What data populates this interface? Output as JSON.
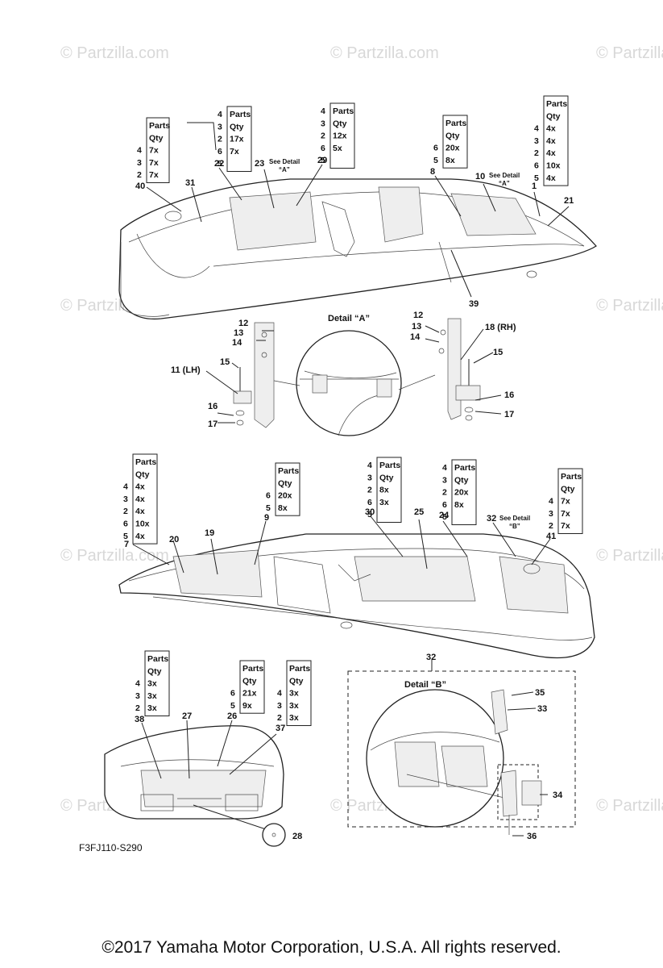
{
  "watermark": "© Partzilla.com",
  "diagram_code": "F3FJ110-S290",
  "copyright": "©2017  Yamaha Motor Corporation, U.S.A. All rights reserved.",
  "detail_a_title": "Detail “A”",
  "detail_b_title": "Detail “B”",
  "see_detail_a": [
    "See Detail",
    "“A”"
  ],
  "see_detail_b": [
    "See Detail",
    "“B”"
  ],
  "qty_tables": [
    {
      "id": "t1",
      "rows": [
        [
          "",
          "Parts"
        ],
        [
          "",
          "Qty"
        ],
        [
          "4",
          "7x"
        ],
        [
          "3",
          "7x"
        ],
        [
          "2",
          "7x"
        ]
      ]
    },
    {
      "id": "t2",
      "rows": [
        [
          "4",
          "Parts"
        ],
        [
          "3",
          "Qty"
        ],
        [
          "2",
          "17x"
        ],
        [
          "6",
          "7x"
        ],
        [
          "5",
          ""
        ]
      ]
    },
    {
      "id": "t3",
      "rows": [
        [
          "4",
          "Parts"
        ],
        [
          "3",
          "Qty"
        ],
        [
          "2",
          "12x"
        ],
        [
          "6",
          "5x"
        ],
        [
          "5",
          ""
        ]
      ]
    },
    {
      "id": "t4",
      "rows": [
        [
          "",
          "Parts"
        ],
        [
          "",
          "Qty"
        ],
        [
          "6",
          "20x"
        ],
        [
          "5",
          "8x"
        ]
      ]
    },
    {
      "id": "t5",
      "rows": [
        [
          "",
          "Parts"
        ],
        [
          "",
          "Qty"
        ],
        [
          "4",
          "4x"
        ],
        [
          "3",
          "4x"
        ],
        [
          "2",
          "4x"
        ],
        [
          "6",
          "10x"
        ],
        [
          "5",
          "4x"
        ]
      ]
    },
    {
      "id": "t6",
      "rows": [
        [
          "",
          "Parts"
        ],
        [
          "",
          "Qty"
        ],
        [
          "4",
          "4x"
        ],
        [
          "3",
          "4x"
        ],
        [
          "2",
          "4x"
        ],
        [
          "6",
          "10x"
        ],
        [
          "5",
          "4x"
        ]
      ]
    },
    {
      "id": "t7",
      "rows": [
        [
          "",
          "Parts"
        ],
        [
          "",
          "Qty"
        ],
        [
          "6",
          "20x"
        ],
        [
          "5",
          "8x"
        ]
      ]
    },
    {
      "id": "t8",
      "rows": [
        [
          "4",
          "Parts"
        ],
        [
          "3",
          "Qty"
        ],
        [
          "2",
          "8x"
        ],
        [
          "6",
          "3x"
        ],
        [
          "5",
          ""
        ]
      ]
    },
    {
      "id": "t9",
      "rows": [
        [
          "4",
          "Parts"
        ],
        [
          "3",
          "Qty"
        ],
        [
          "2",
          "20x"
        ],
        [
          "6",
          "8x"
        ],
        [
          "5",
          ""
        ]
      ]
    },
    {
      "id": "t10",
      "rows": [
        [
          "",
          "Parts"
        ],
        [
          "",
          "Qty"
        ],
        [
          "4",
          "7x"
        ],
        [
          "3",
          "7x"
        ],
        [
          "2",
          "7x"
        ]
      ]
    },
    {
      "id": "t11",
      "rows": [
        [
          "",
          "Parts"
        ],
        [
          "",
          "Qty"
        ],
        [
          "4",
          "3x"
        ],
        [
          "3",
          "3x"
        ],
        [
          "2",
          "3x"
        ]
      ]
    },
    {
      "id": "t12",
      "rows": [
        [
          "",
          "Parts"
        ],
        [
          "",
          "Qty"
        ],
        [
          "6",
          "21x"
        ],
        [
          "5",
          "9x"
        ]
      ]
    },
    {
      "id": "t13",
      "rows": [
        [
          "",
          "Parts"
        ],
        [
          "",
          "Qty"
        ],
        [
          "4",
          "3x"
        ],
        [
          "3",
          "3x"
        ],
        [
          "2",
          "3x"
        ]
      ]
    }
  ],
  "callouts": {
    "c40": "40",
    "c31": "31",
    "c22": "22",
    "c23": "23",
    "c29": "29",
    "c8": "8",
    "c10": "10",
    "c1": "1",
    "c21": "21",
    "c39": "39",
    "c12a": "12",
    "c13a": "13",
    "c14a": "14",
    "c15a": "15",
    "c11": "11 (LH)",
    "c16a": "16",
    "c17a": "17",
    "c12b": "12",
    "c13b": "13",
    "c14b": "14",
    "c18": "18 (RH)",
    "c15b": "15",
    "c16b": "16",
    "c17b": "17",
    "c7": "7",
    "c20": "20",
    "c19": "19",
    "c9": "9",
    "c30": "30",
    "c25": "25",
    "c24": "24",
    "c32a": "32",
    "c41": "41",
    "c38": "38",
    "c27": "27",
    "c26": "26",
    "c37": "37",
    "c28": "28",
    "c32b": "32",
    "c35": "35",
    "c33": "33",
    "c34": "34",
    "c36": "36"
  }
}
